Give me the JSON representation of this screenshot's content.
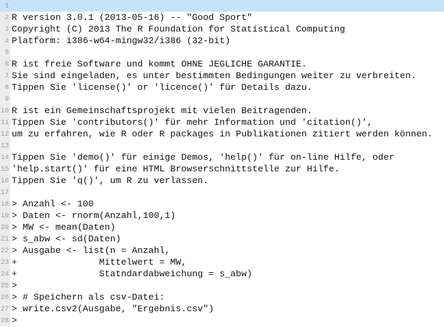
{
  "editor": {
    "current_line": 1,
    "lines": [
      "",
      "R version 3.0.1 (2013-05-16) -- \"Good Sport\"",
      "Copyright (C) 2013 The R Foundation for Statistical Computing",
      "Platform: i386-w64-mingw32/i386 (32-bit)",
      "",
      "R ist freie Software und kommt OHNE JEGLICHE GARANTIE.",
      "Sie sind eingeladen, es unter bestimmten Bedingungen weiter zu verbreiten.",
      "Tippen Sie 'license()' or 'licence()' für Details dazu.",
      "",
      "R ist ein Gemeinschaftsprojekt mit vielen Beitragenden.",
      "Tippen Sie 'contributors()' für mehr Information und 'citation()',",
      "um zu erfahren, wie R oder R packages in Publikationen zitiert werden können.",
      "",
      "Tippen Sie 'demo()' für einige Demos, 'help()' für on-line Hilfe, oder",
      "'help.start()' für eine HTML Browserschnittstelle zur Hilfe.",
      "Tippen Sie 'q()', um R zu verlassen.",
      "",
      "> Anzahl <- 100",
      "> Daten <- rnorm(Anzahl,100,1)",
      "> MW <- mean(Daten)",
      "> s_abw <- sd(Daten)",
      "> Ausgabe <- list(n = Anzahl,",
      "+               Mittelwert = MW,",
      "+               Statndardabweichung = s_abw)",
      ">",
      "> # Speichern als csv-Datei:",
      "> write.csv2(Ausgabe, \"Ergebnis.csv\")",
      ">"
    ]
  }
}
